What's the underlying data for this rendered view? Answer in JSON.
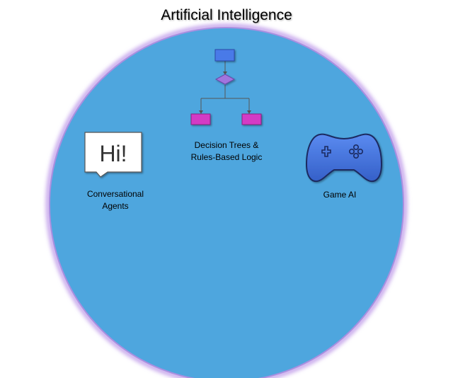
{
  "title": "Artificial Intelligence",
  "colors": {
    "circle_fill": "#4ea6de",
    "circle_glow": "#c8a8ec",
    "flow_box": "#4a7ae8",
    "flow_diamond": "#a174de",
    "flow_leaf": "#d33bc5",
    "gamepad": "#3d6fd8"
  },
  "items": [
    {
      "label": "Conversational\nAgents",
      "icon": "speech-bubble-icon",
      "icon_text": "Hi!"
    },
    {
      "label": "Decision Trees &\nRules-Based Logic",
      "icon": "flowchart-icon"
    },
    {
      "label": "Game AI",
      "icon": "gamepad-icon"
    }
  ]
}
